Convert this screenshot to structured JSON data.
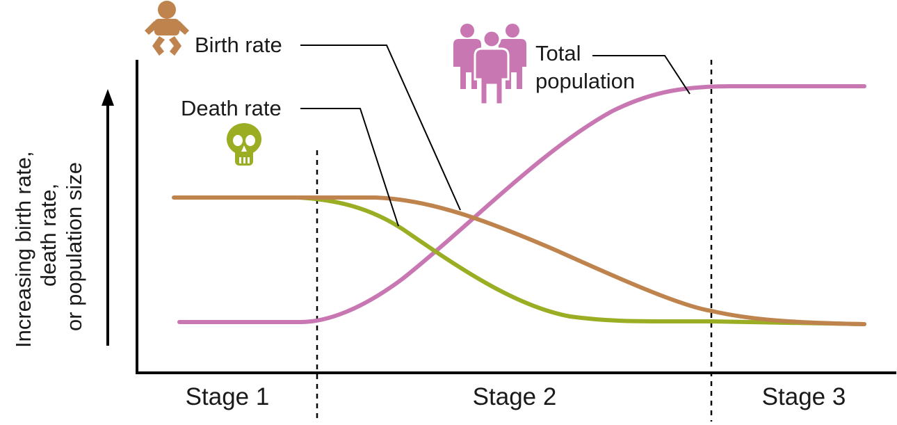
{
  "y_axis_label_lines": [
    "Increasing birth rate,",
    "death rate,",
    "or population size"
  ],
  "stages": [
    "Stage 1",
    "Stage 2",
    "Stage 3"
  ],
  "labels": {
    "birth_rate": "Birth rate",
    "death_rate": "Death rate",
    "total_population_lines": [
      "Total",
      "population"
    ]
  },
  "colors": {
    "birth_rate": "#bf844d",
    "death_rate": "#9aad23",
    "total_population": "#c877b2",
    "axis": "#000000",
    "text": "#1a1a1a"
  },
  "icons": {
    "birth_rate": "baby-icon",
    "death_rate": "skull-icon",
    "total_population": "people-group-icon"
  }
}
